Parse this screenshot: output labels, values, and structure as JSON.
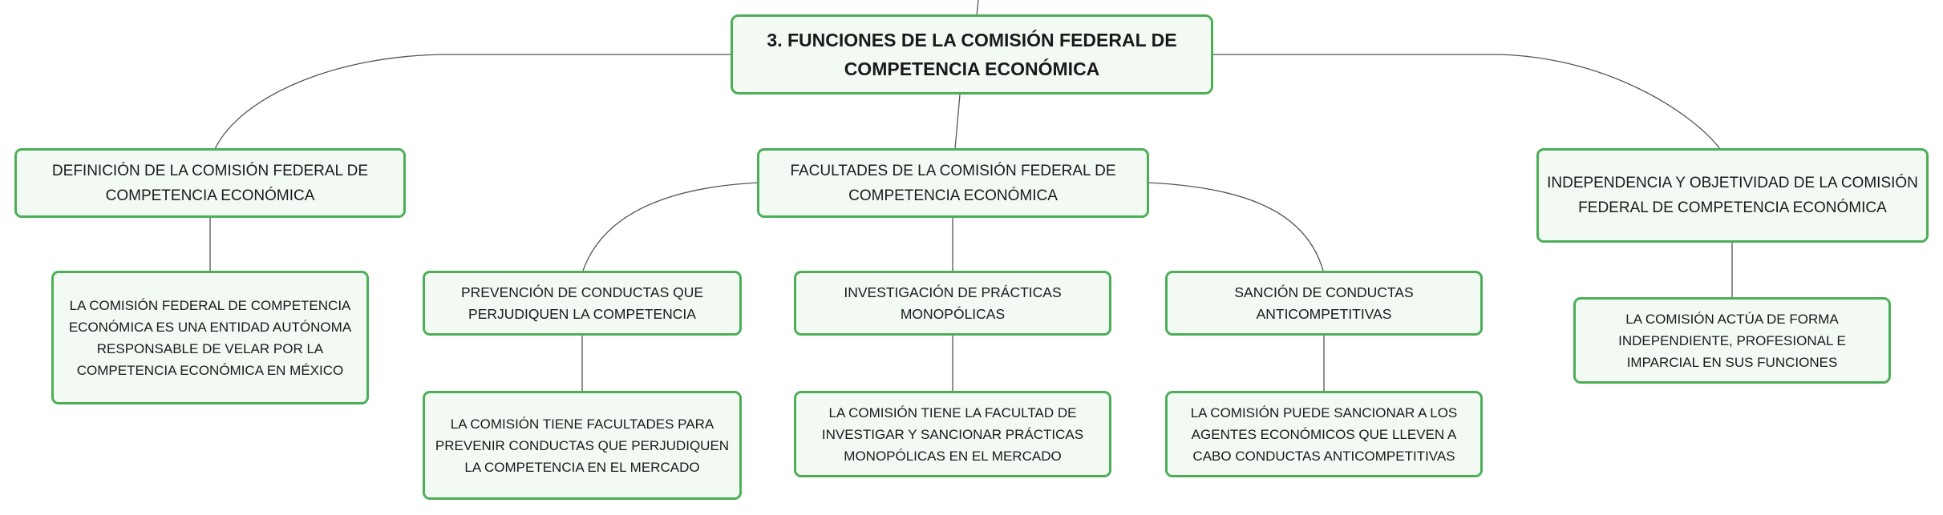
{
  "diagram": {
    "root": {
      "label": "3. FUNCIONES DE LA COMISIÓN FEDERAL DE COMPETENCIA ECONÓMICA"
    },
    "definicion": {
      "label": "DEFINICIÓN DE LA COMISIÓN FEDERAL DE COMPETENCIA ECONÓMICA",
      "detail": "LA COMISIÓN FEDERAL DE COMPETENCIA ECONÓMICA ES UNA ENTIDAD AUTÓNOMA RESPONSABLE DE VELAR POR LA COMPETENCIA ECONÓMICA EN MÉXICO"
    },
    "facultades": {
      "label": "FACULTADES DE LA COMISIÓN FEDERAL DE COMPETENCIA ECONÓMICA",
      "prevencion": {
        "label": "PREVENCIÓN DE CONDUCTAS QUE PERJUDIQUEN LA COMPETENCIA",
        "detail": "LA COMISIÓN TIENE FACULTADES PARA PREVENIR CONDUCTAS QUE PERJUDIQUEN LA COMPETENCIA EN EL MERCADO"
      },
      "investigacion": {
        "label": "INVESTIGACIÓN DE PRÁCTICAS MONOPÓLICAS",
        "detail": "LA COMISIÓN TIENE LA FACULTAD DE INVESTIGAR Y SANCIONAR PRÁCTICAS MONOPÓLICAS EN EL MERCADO"
      },
      "sancion": {
        "label": "SANCIÓN DE CONDUCTAS ANTICOMPETITIVAS",
        "detail": "LA COMISIÓN PUEDE SANCIONAR A LOS AGENTES ECONÓMICOS QUE LLEVEN A CABO CONDUCTAS ANTICOMPETITIVAS"
      }
    },
    "independencia": {
      "label": "INDEPENDENCIA Y OBJETIVIDAD DE LA COMISIÓN FEDERAL DE COMPETENCIA ECONÓMICA",
      "detail": "LA COMISIÓN ACTÚA DE FORMA INDEPENDIENTE, PROFESIONAL E IMPARCIAL EN SUS FUNCIONES"
    }
  },
  "colors": {
    "node_border": "#4caf58",
    "node_fill": "#f3faf4",
    "connector": "#555555",
    "text": "#1a1a1a"
  }
}
